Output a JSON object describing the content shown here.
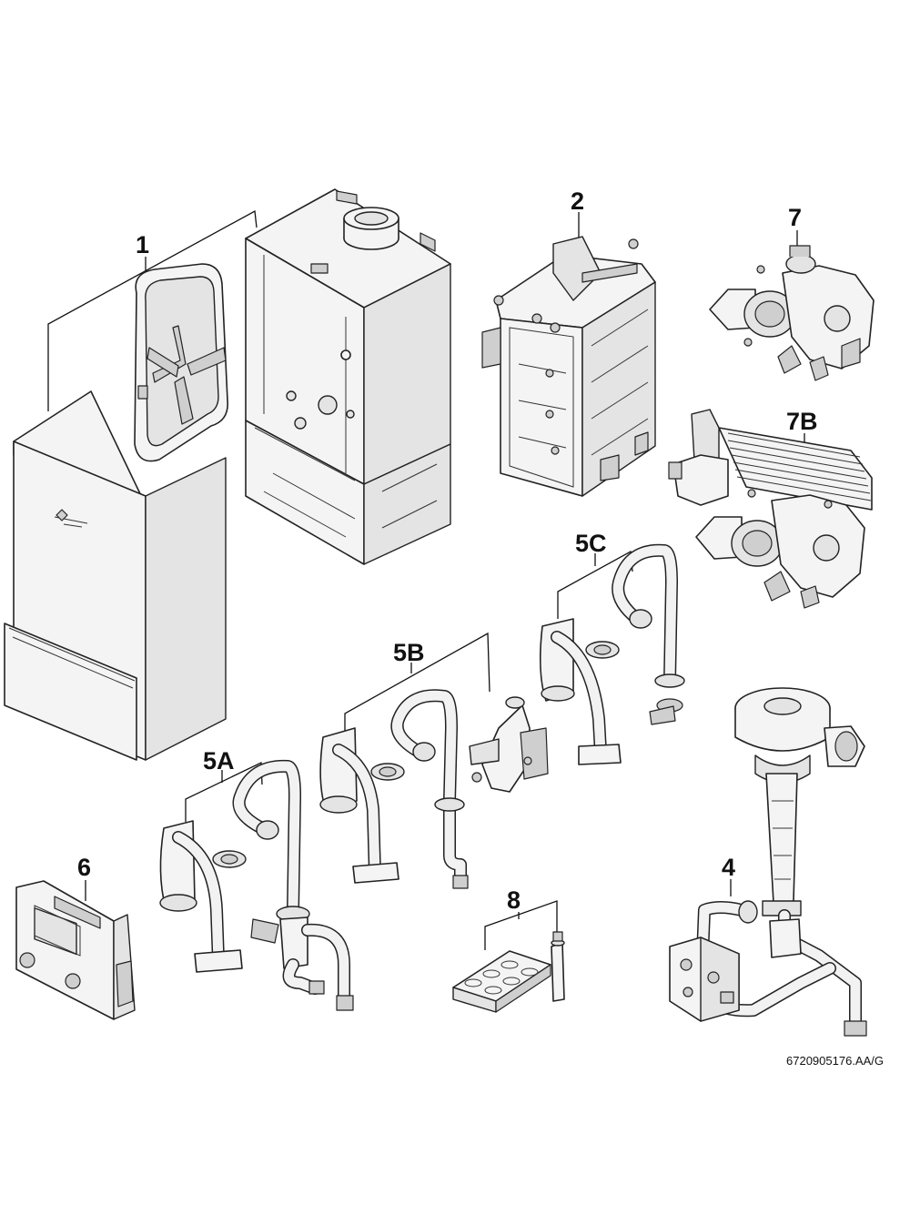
{
  "figure": {
    "reference": "6720905176.AA/G"
  },
  "labels": {
    "l1": "1",
    "l2": "2",
    "l4": "4",
    "l5a": "5A",
    "l5b": "5B",
    "l5c": "5C",
    "l6": "6",
    "l7": "7",
    "l7b": "7B",
    "l8": "8"
  }
}
